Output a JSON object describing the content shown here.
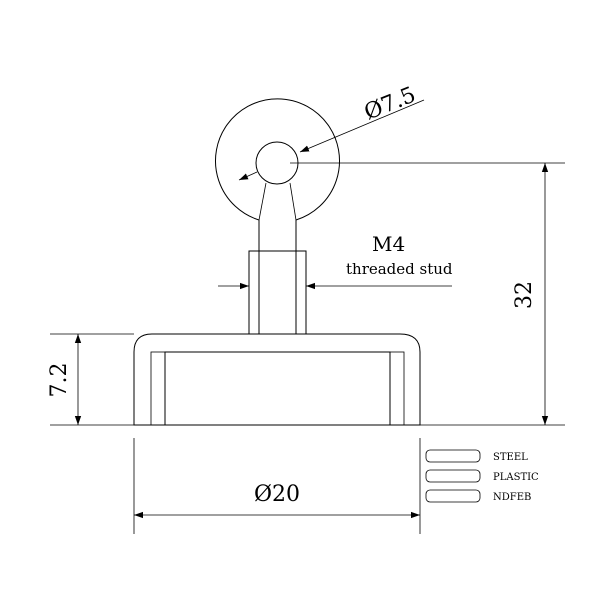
{
  "dimensions": {
    "eye_diameter": "Ø7.5",
    "thread_size": "M4",
    "thread_note": "threaded stud",
    "total_height": "32",
    "base_height": "7.2",
    "base_diameter": "Ø20"
  },
  "legend": [
    {
      "label": "STEEL",
      "pattern": "steel-hatch"
    },
    {
      "label": "PLASTIC",
      "pattern": "plastic-crosshatch"
    },
    {
      "label": "NDFEB",
      "pattern": "ndfeb-hatch"
    }
  ],
  "colors": {
    "line": "#000000",
    "background": "#ffffff"
  }
}
